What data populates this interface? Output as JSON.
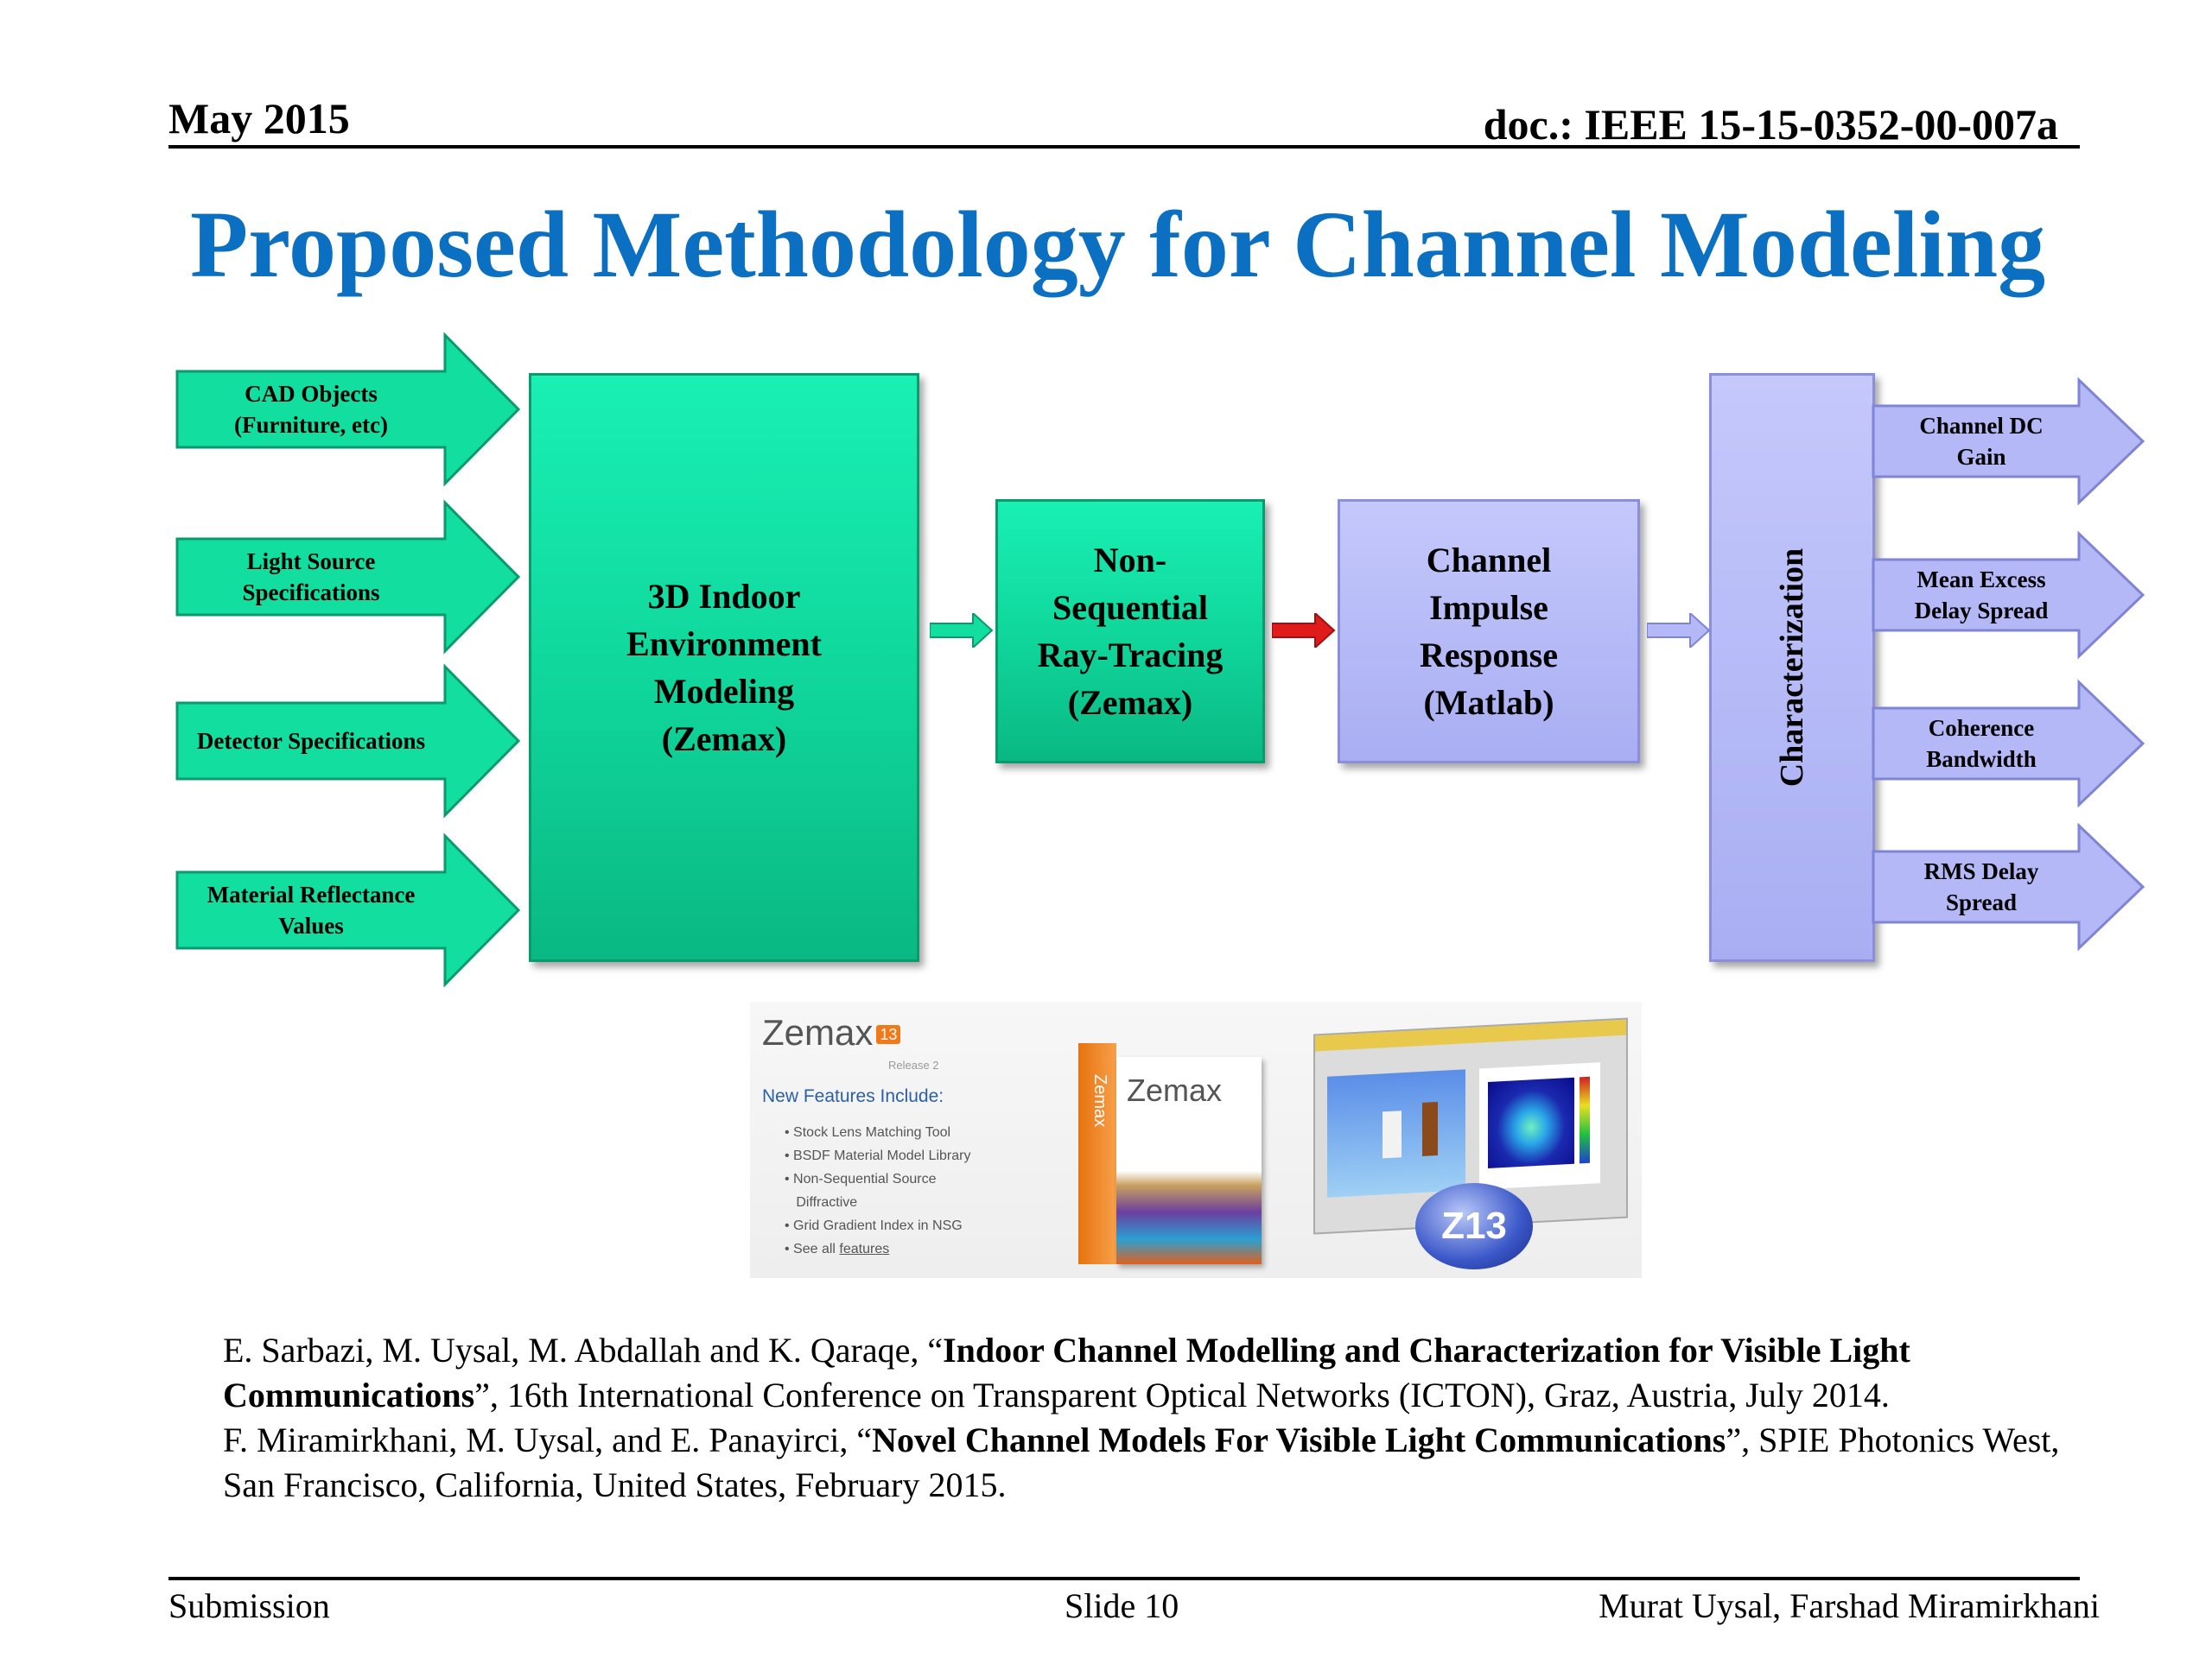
{
  "header": {
    "date": "May 2015",
    "doc": "doc.: IEEE 15-15-0352-00-007a"
  },
  "title": "Proposed Methodology for Channel Modeling",
  "inputs": [
    {
      "line1": "CAD Objects",
      "line2": "(Furniture, etc)"
    },
    {
      "line1": "Light Source",
      "line2": "Specifications"
    },
    {
      "line1": "Detector Specifications",
      "line2": ""
    },
    {
      "line1": "Material Reflectance",
      "line2": "Values"
    }
  ],
  "blocks": {
    "env": [
      "3D Indoor",
      "Environment",
      "Modeling",
      "(Zemax)"
    ],
    "ray": [
      "Non-",
      "Sequential",
      "Ray-Tracing",
      "(Zemax)"
    ],
    "cir": [
      "Channel",
      "Impulse",
      "Response",
      "(Matlab)"
    ],
    "char": "Characterization"
  },
  "outputs": [
    {
      "line1": "Channel DC",
      "line2": "Gain"
    },
    {
      "line1": "Mean Excess",
      "line2": "Delay Spread"
    },
    {
      "line1": "Coherence",
      "line2": "Bandwidth"
    },
    {
      "line1": "RMS Delay",
      "line2": "Spread"
    }
  ],
  "zemax": {
    "logo": "Zemax",
    "badge": "13",
    "release": "Release 2",
    "features_title": "New Features Include:",
    "features": [
      "Stock Lens Matching Tool",
      "BSDF Material Model Library",
      "Non-Sequential Source",
      "Diffractive",
      "Grid Gradient Index in NSG"
    ],
    "see_all_prefix": "See all ",
    "see_all_link": "features",
    "box_side_text": "Zemax",
    "box_logo": "Zemax",
    "z_badge": "Z13"
  },
  "references": {
    "r1_pre": "E. Sarbazi, M. Uysal, M. Abdallah and K. Qaraqe, “",
    "r1_bold": "Indoor Channel Modelling and Characterization for Visible Light Communications",
    "r1_post": "”, 16th International Conference on Transparent Optical Networks (ICTON), Graz, Austria, July 2014.",
    "r2_pre": "F. Miramirkhani, M. Uysal, and E. Panayirci, “",
    "r2_bold": "Novel Channel Models For Visible Light Communications",
    "r2_post": "”, SPIE Photonics West, San Francisco, California, United States, February 2015."
  },
  "footer": {
    "left": "Submission",
    "center": "Slide 10",
    "right": "Murat Uysal, Farshad Miramirkhani"
  },
  "colors": {
    "title": "#0b6fc2",
    "green": "#10d89c",
    "lavender": "#b4b8f7",
    "red_arrow": "#e01b1b"
  }
}
